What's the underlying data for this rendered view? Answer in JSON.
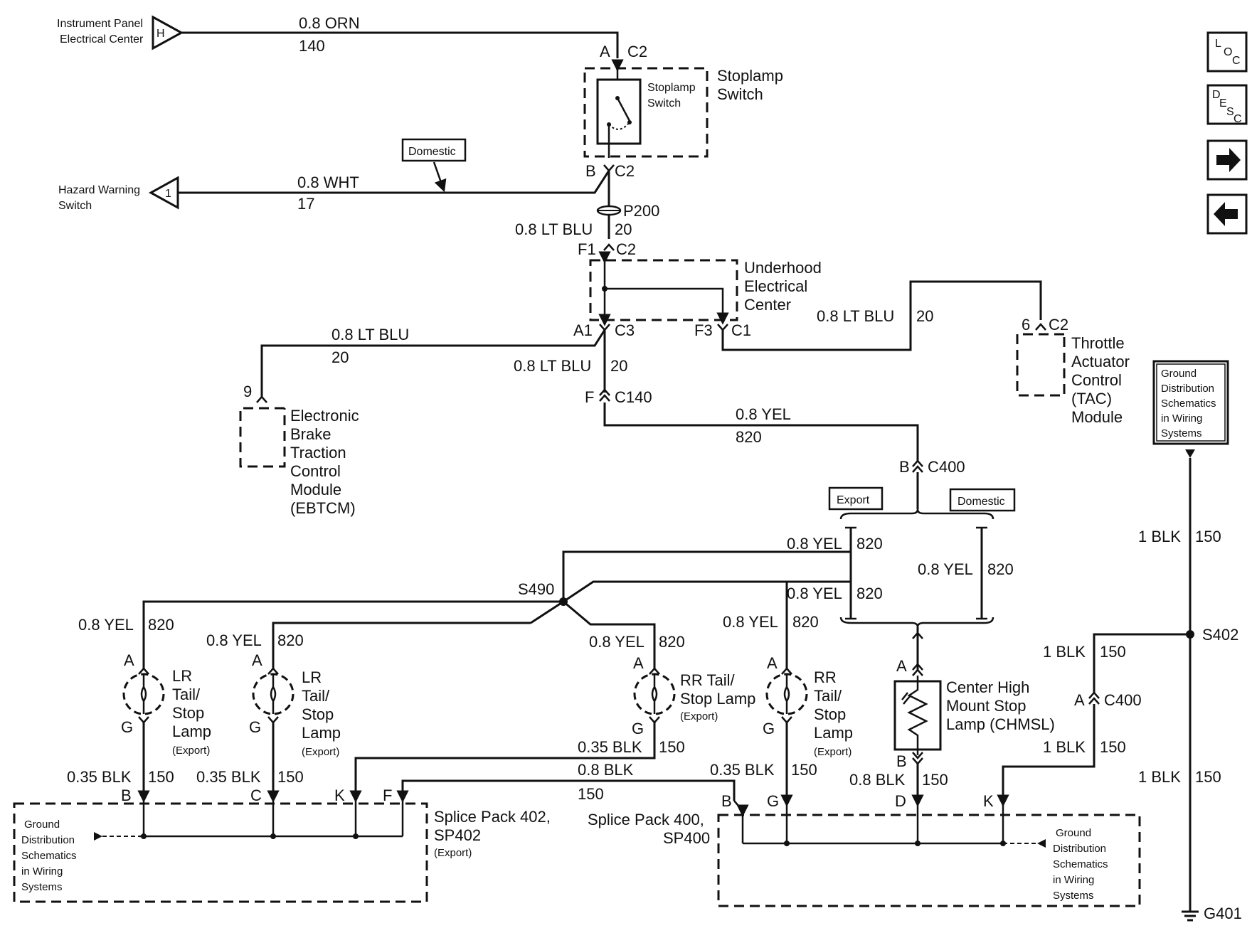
{
  "nav": {
    "loc": {
      "l": "L",
      "o": "O",
      "c": "C"
    },
    "desc": {
      "d": "D",
      "e": "E",
      "s": "S",
      "c": "C"
    }
  },
  "sources": {
    "ipec": {
      "line1": "Instrument Panel",
      "line2": "Electrical Center",
      "pin": "H"
    },
    "hazard": {
      "line1": "Hazard Warning",
      "line2": "Switch",
      "pin": "1"
    }
  },
  "wires": {
    "orn": {
      "color": "0.8 ORN",
      "circuit": "140"
    },
    "wht": {
      "color": "0.8 WHT",
      "circuit": "17"
    },
    "ltblu_p200": {
      "color": "0.8 LT BLU",
      "circuit": "20"
    },
    "ltblu_ebtcm": {
      "color": "0.8 LT BLU",
      "circuit": "20"
    },
    "ltblu_c140": {
      "color": "0.8 LT BLU",
      "circuit": "20"
    },
    "ltblu_tac": {
      "color": "0.8 LT BLU",
      "circuit": "20"
    },
    "yel_c400": {
      "color": "0.8 YEL",
      "circuit": "820"
    },
    "yel_exp_top": {
      "color": "0.8 YEL",
      "circuit": "820"
    },
    "yel_dom": {
      "color": "0.8 YEL",
      "circuit": "820"
    },
    "yel_exp_bot": {
      "color": "0.8 YEL",
      "circuit": "820"
    },
    "yel_lr1": {
      "color": "0.8 YEL",
      "circuit": "820"
    },
    "yel_lr2": {
      "color": "0.8 YEL",
      "circuit": "820"
    },
    "yel_rr1": {
      "color": "0.8 YEL",
      "circuit": "820"
    },
    "yel_rr2": {
      "color": "0.8 YEL",
      "circuit": "820"
    },
    "blk_lr1": {
      "color": "0.35 BLK",
      "circuit": "150"
    },
    "blk_lr2": {
      "color": "0.35 BLK",
      "circuit": "150"
    },
    "blk_rr1": {
      "color": "0.35 BLK",
      "circuit": "150"
    },
    "blk_f": {
      "color": "0.8 BLK",
      "circuit": "150"
    },
    "blk_rr2": {
      "color": "0.35 BLK",
      "circuit": "150"
    },
    "blk_chmsl": {
      "color": "0.8 BLK",
      "circuit": "150"
    },
    "blk_s402": {
      "color": "1 BLK",
      "circuit": "150"
    },
    "blk_gnd_top": {
      "color": "1 BLK",
      "circuit": "150"
    },
    "blk_k": {
      "color": "1 BLK",
      "circuit": "150"
    },
    "blk_g401": {
      "color": "1 BLK",
      "circuit": "150"
    }
  },
  "connectors": {
    "c2_a": {
      "pin": "A",
      "name": "C2"
    },
    "c2_b": {
      "pin": "B",
      "name": "C2"
    },
    "p200": "P200",
    "c2_f1": {
      "pin": "F1",
      "name": "C2"
    },
    "c3_a1": {
      "pin": "A1",
      "name": "C3"
    },
    "c1_f3": {
      "pin": "F3",
      "name": "C1"
    },
    "c140_f": {
      "pin": "F",
      "name": "C140"
    },
    "c400_b": {
      "pin": "B",
      "name": "C400"
    },
    "c400_a": {
      "pin": "A",
      "name": "C400"
    },
    "tac_pin": {
      "pin": "6",
      "name": "C2"
    },
    "ebtcm_pin": "9"
  },
  "components": {
    "stoplamp_label": [
      "Stoplamp",
      "Switch"
    ],
    "stoplamp_inner": [
      "Stoplamp",
      "Switch"
    ],
    "uec": [
      "Underhood",
      "Electrical",
      "Center"
    ],
    "ebtcm": [
      "Electronic",
      "Brake",
      "Traction",
      "Control",
      "Module",
      "(EBTCM)"
    ],
    "tac": [
      "Throttle",
      "Actuator",
      "Control",
      "(TAC)",
      "Module"
    ],
    "lr1": {
      "lines": [
        "LR",
        "Tail/",
        "Stop",
        "Lamp"
      ],
      "note": "(Export)",
      "pin_top": "A",
      "pin_bot": "G"
    },
    "lr2": {
      "lines": [
        "LR",
        "Tail/",
        "Stop",
        "Lamp"
      ],
      "note": "(Export)",
      "pin_top": "A",
      "pin_bot": "G"
    },
    "rr1": {
      "lines": [
        "RR Tail/",
        "Stop Lamp"
      ],
      "note": "(Export)",
      "pin_top": "A",
      "pin_bot": "G"
    },
    "rr2": {
      "lines": [
        "RR",
        "Tail/",
        "Stop",
        "Lamp"
      ],
      "note": "(Export)",
      "pin_top": "A",
      "pin_bot": "G"
    },
    "chmsl": {
      "lines": [
        "Center High",
        "Mount Stop",
        "Lamp (CHMSL)"
      ],
      "pin_top": "A",
      "pin_bot": "B"
    },
    "sp402": {
      "lines": [
        "Splice Pack 402,",
        "SP402"
      ],
      "note": "(Export)",
      "pins": [
        "B",
        "C",
        "K",
        "F"
      ]
    },
    "sp400": {
      "lines": [
        "Splice Pack 400,",
        "SP400"
      ],
      "pins": [
        "B",
        "G",
        "D",
        "K"
      ]
    },
    "gnd_ref": [
      "Ground",
      "Distribution",
      "Schematics",
      "in Wiring",
      "Systems"
    ]
  },
  "splices": {
    "s490": "S490",
    "s402": "S402"
  },
  "grounds": {
    "g401": "G401"
  },
  "options": {
    "domestic_top": "Domestic",
    "export": "Export",
    "domestic": "Domestic"
  }
}
